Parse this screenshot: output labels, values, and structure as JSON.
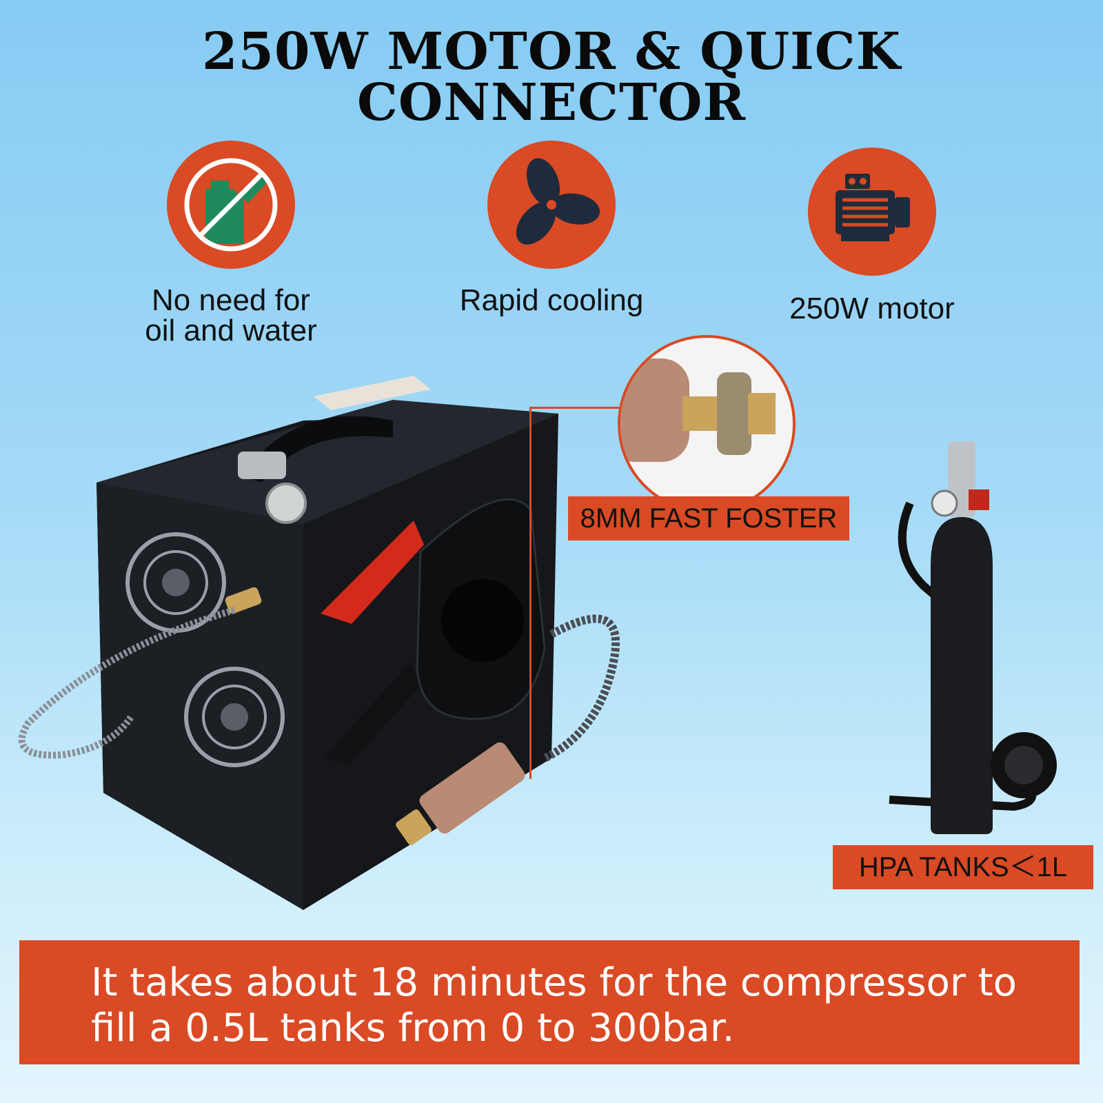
{
  "title": "250W MOTOR & QUICK CONNECTOR",
  "features": [
    {
      "icon": "no-oil-water-icon",
      "line1": "No need for",
      "line2": "oil and water"
    },
    {
      "icon": "fan-icon",
      "line1": "Rapid cooling"
    },
    {
      "icon": "motor-icon",
      "line1": "250W motor"
    }
  ],
  "callouts": {
    "connector": "8MM FAST FOSTER",
    "tank": "HPA TANKS＜1L"
  },
  "banner": {
    "line1": "It takes about 18 minutes for the compressor to",
    "line2": "fill a 0.5L tanks from 0 to 300bar."
  },
  "colors": {
    "accent": "#d94a25",
    "background_top": "#86cbf3",
    "background_bottom": "#e3f5fd",
    "icon_dark": "#1f2b3c",
    "icon_green": "#1f8a5b"
  }
}
